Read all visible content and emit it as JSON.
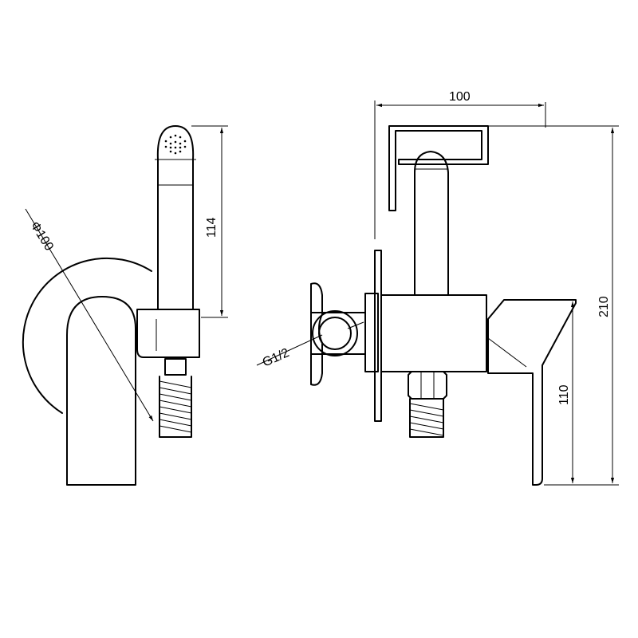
{
  "dimensions": {
    "diameter": "Φ100",
    "handshower_height": "114",
    "width": "100",
    "total_height": "210",
    "outlet_height": "110",
    "thread": "G1/2"
  }
}
